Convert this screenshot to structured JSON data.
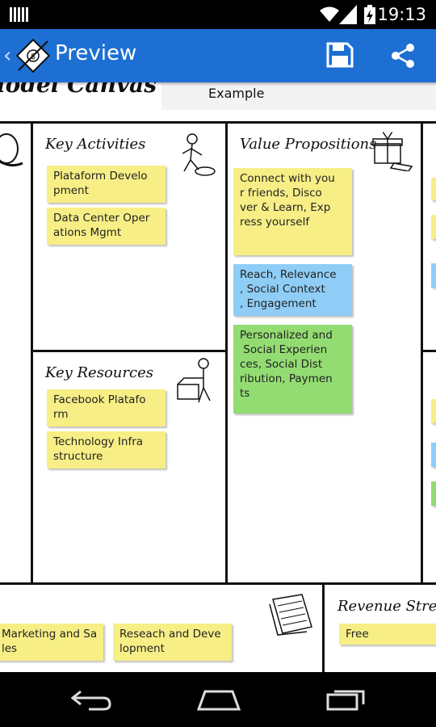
{
  "status": {
    "time": "19:13"
  },
  "actionbar": {
    "title": "Preview"
  },
  "header": {
    "title": "lodel Canvas",
    "example": "Example"
  },
  "sections": {
    "key_activities": "Key Activities",
    "value_propositions": "Value Propositions",
    "key_resources": "Key Resources",
    "revenue_streams": "Revenue Stream"
  },
  "notes": {
    "activity_1": "Plataform Develo\npment",
    "activity_2": "Data Center Oper\nations Mgmt",
    "resource_1": "Facebook Platafo\nrm",
    "resource_2": "Technology Infra\nstructure",
    "value_1": "Connect with you\nr friends, Disco\nver & Learn, Exp\nress yourself",
    "value_2": "Reach, Relevance\n, Social Context\n, Engagement",
    "value_3": "Personalized and\n Social Experien\nces, Social Dist\nribution, Paymen\nts",
    "cost_1": "Marketing and Sa\nles",
    "cost_2": "Reseach and Deve\nlopment",
    "revenue_1": "Free"
  },
  "colors": {
    "accent": "#1d6fd3",
    "yellow_note": "#f7ef86",
    "blue_note": "#8fcdf6",
    "green_note": "#93dc72"
  }
}
